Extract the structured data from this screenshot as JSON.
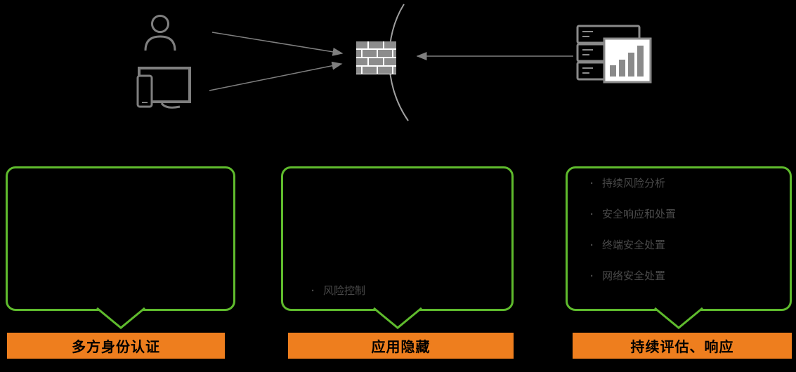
{
  "colors": {
    "background": "#000000",
    "callout_border_green": "#5FBB2D",
    "banner_orange": "#EE7E1E",
    "icon_gray": "#7F7F7F",
    "bullet_text_gray": "#4A4A4A"
  },
  "diagram": {
    "icons": {
      "top_left": "user-icon",
      "bottom_left": "devices-icon",
      "center": "firewall-icon",
      "right": "server-chart-icon"
    },
    "connectors": [
      "user-to-firewall-arrow",
      "devices-to-firewall-arrow",
      "server-to-firewall-arrow",
      "boundary-arc"
    ]
  },
  "callouts": [
    {
      "title": "多方身份认证",
      "bullets": []
    },
    {
      "title": "应用隐藏",
      "bullets": [
        "风险控制"
      ]
    },
    {
      "title": "持续评估、响应",
      "bullets": [
        "持续风险分析",
        "安全响应和处置",
        "终端安全处置",
        "网络安全处置"
      ]
    }
  ]
}
